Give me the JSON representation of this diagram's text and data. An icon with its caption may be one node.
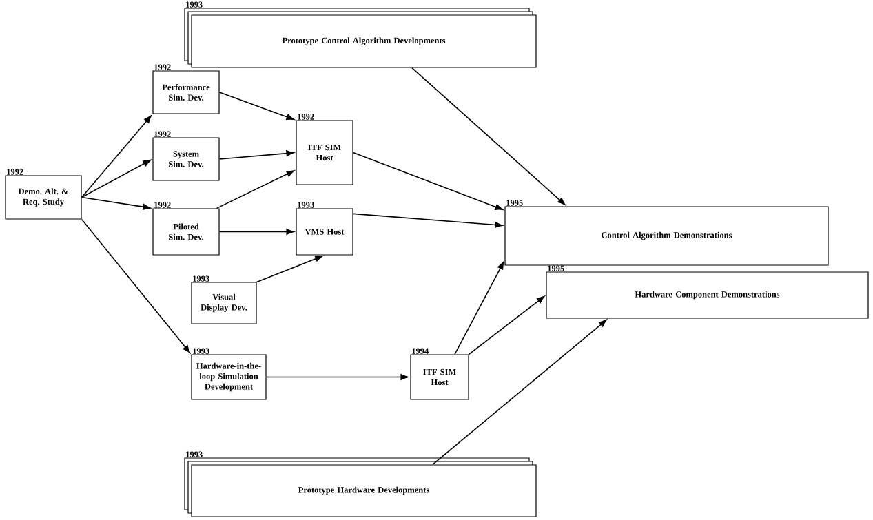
{
  "diagram": {
    "nodes": [
      {
        "text": [
          "Prototype Control Algorithm Developments"
        ],
        "beside": [
          "1993"
        ]
      },
      {
        "text": [
          "Performance Sim. Dev."
        ],
        "beside": [
          "1992"
        ]
      },
      {
        "text": [
          "Demo. Alt. & Req. Study"
        ],
        "beside": [
          "1992"
        ]
      },
      {
        "text": [
          "System Sim. Dev."
        ],
        "beside": [
          "1992"
        ]
      },
      {
        "text": [
          "ITF SIM Host"
        ],
        "beside": [
          "1992"
        ]
      },
      {
        "text": [
          "Control Algorithm Demonstrations"
        ],
        "beside": [
          "1995"
        ]
      },
      {
        "text": [
          "Piloted Sim. Dev."
        ],
        "beside": [
          "1992"
        ]
      },
      {
        "text": [
          "VMS Host"
        ],
        "beside": [
          "1993"
        ]
      },
      {
        "text": [
          "Visual Display Dev."
        ],
        "beside": [
          "1993"
        ]
      },
      {
        "text": [
          "Hardware Component Demonstrations"
        ],
        "beside": [
          "1995"
        ]
      },
      {
        "text": [
          "Hardware-in-the-loop Simulation Development"
        ],
        "beside": [
          "1993"
        ]
      },
      {
        "text": [
          "ITF SIM Host"
        ],
        "beside": [
          "1994"
        ]
      },
      {
        "text": [
          "Prototype Hardware Developments"
        ],
        "beside": [
          "1993"
        ]
      }
    ],
    "edges": [
      {
        "from": 2,
        "to": 1,
        "arrow": "to"
      },
      {
        "from": 2,
        "to": 3,
        "arrow": "to"
      },
      {
        "from": 2,
        "to": 6,
        "arrow": "to"
      },
      {
        "from": 2,
        "to": 10,
        "arrow": "to"
      },
      {
        "from": 1,
        "to": 4,
        "arrow": "to"
      },
      {
        "from": 3,
        "to": 4,
        "arrow": "to"
      },
      {
        "from": 6,
        "to": 4,
        "arrow": "to"
      },
      {
        "from": 6,
        "to": 7,
        "arrow": "to"
      },
      {
        "from": 8,
        "to": 7,
        "arrow": "to"
      },
      {
        "from": 4,
        "to": 5,
        "arrow": "to"
      },
      {
        "from": 7,
        "to": 5,
        "arrow": "to"
      },
      {
        "from": 0,
        "to": 5,
        "arrow": "to"
      },
      {
        "from": 11,
        "to": 5,
        "arrow": "to"
      },
      {
        "from": 10,
        "to": 11,
        "arrow": "to"
      },
      {
        "from": 11,
        "to": 9,
        "arrow": "to"
      },
      {
        "from": 12,
        "to": 9,
        "arrow": "to"
      }
    ]
  }
}
